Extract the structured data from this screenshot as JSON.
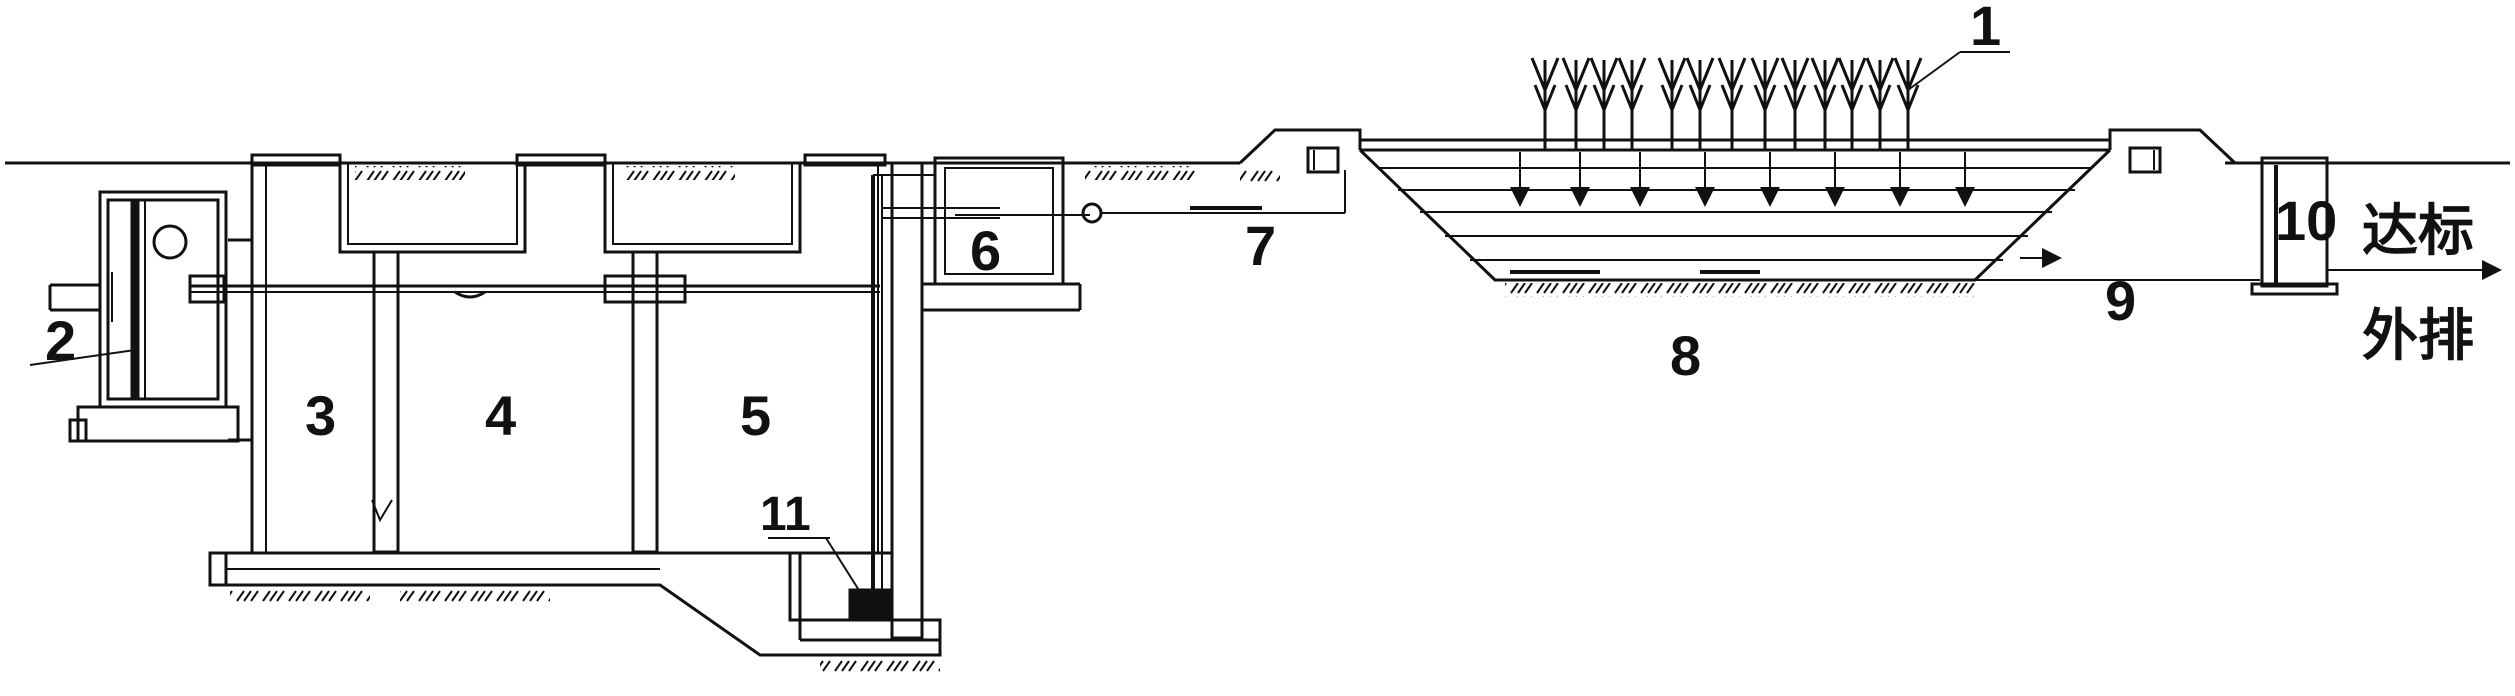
{
  "labels": {
    "l1": "1",
    "l2": "2",
    "l3": "3",
    "l4": "4",
    "l5": "5",
    "l6": "6",
    "l7": "7",
    "l8": "8",
    "l9": "9",
    "l10": "10",
    "l11": "11",
    "discharge_line1": "达标",
    "discharge_line2": "外排"
  },
  "colors": {
    "line": "#111111",
    "background": "#ffffff"
  }
}
